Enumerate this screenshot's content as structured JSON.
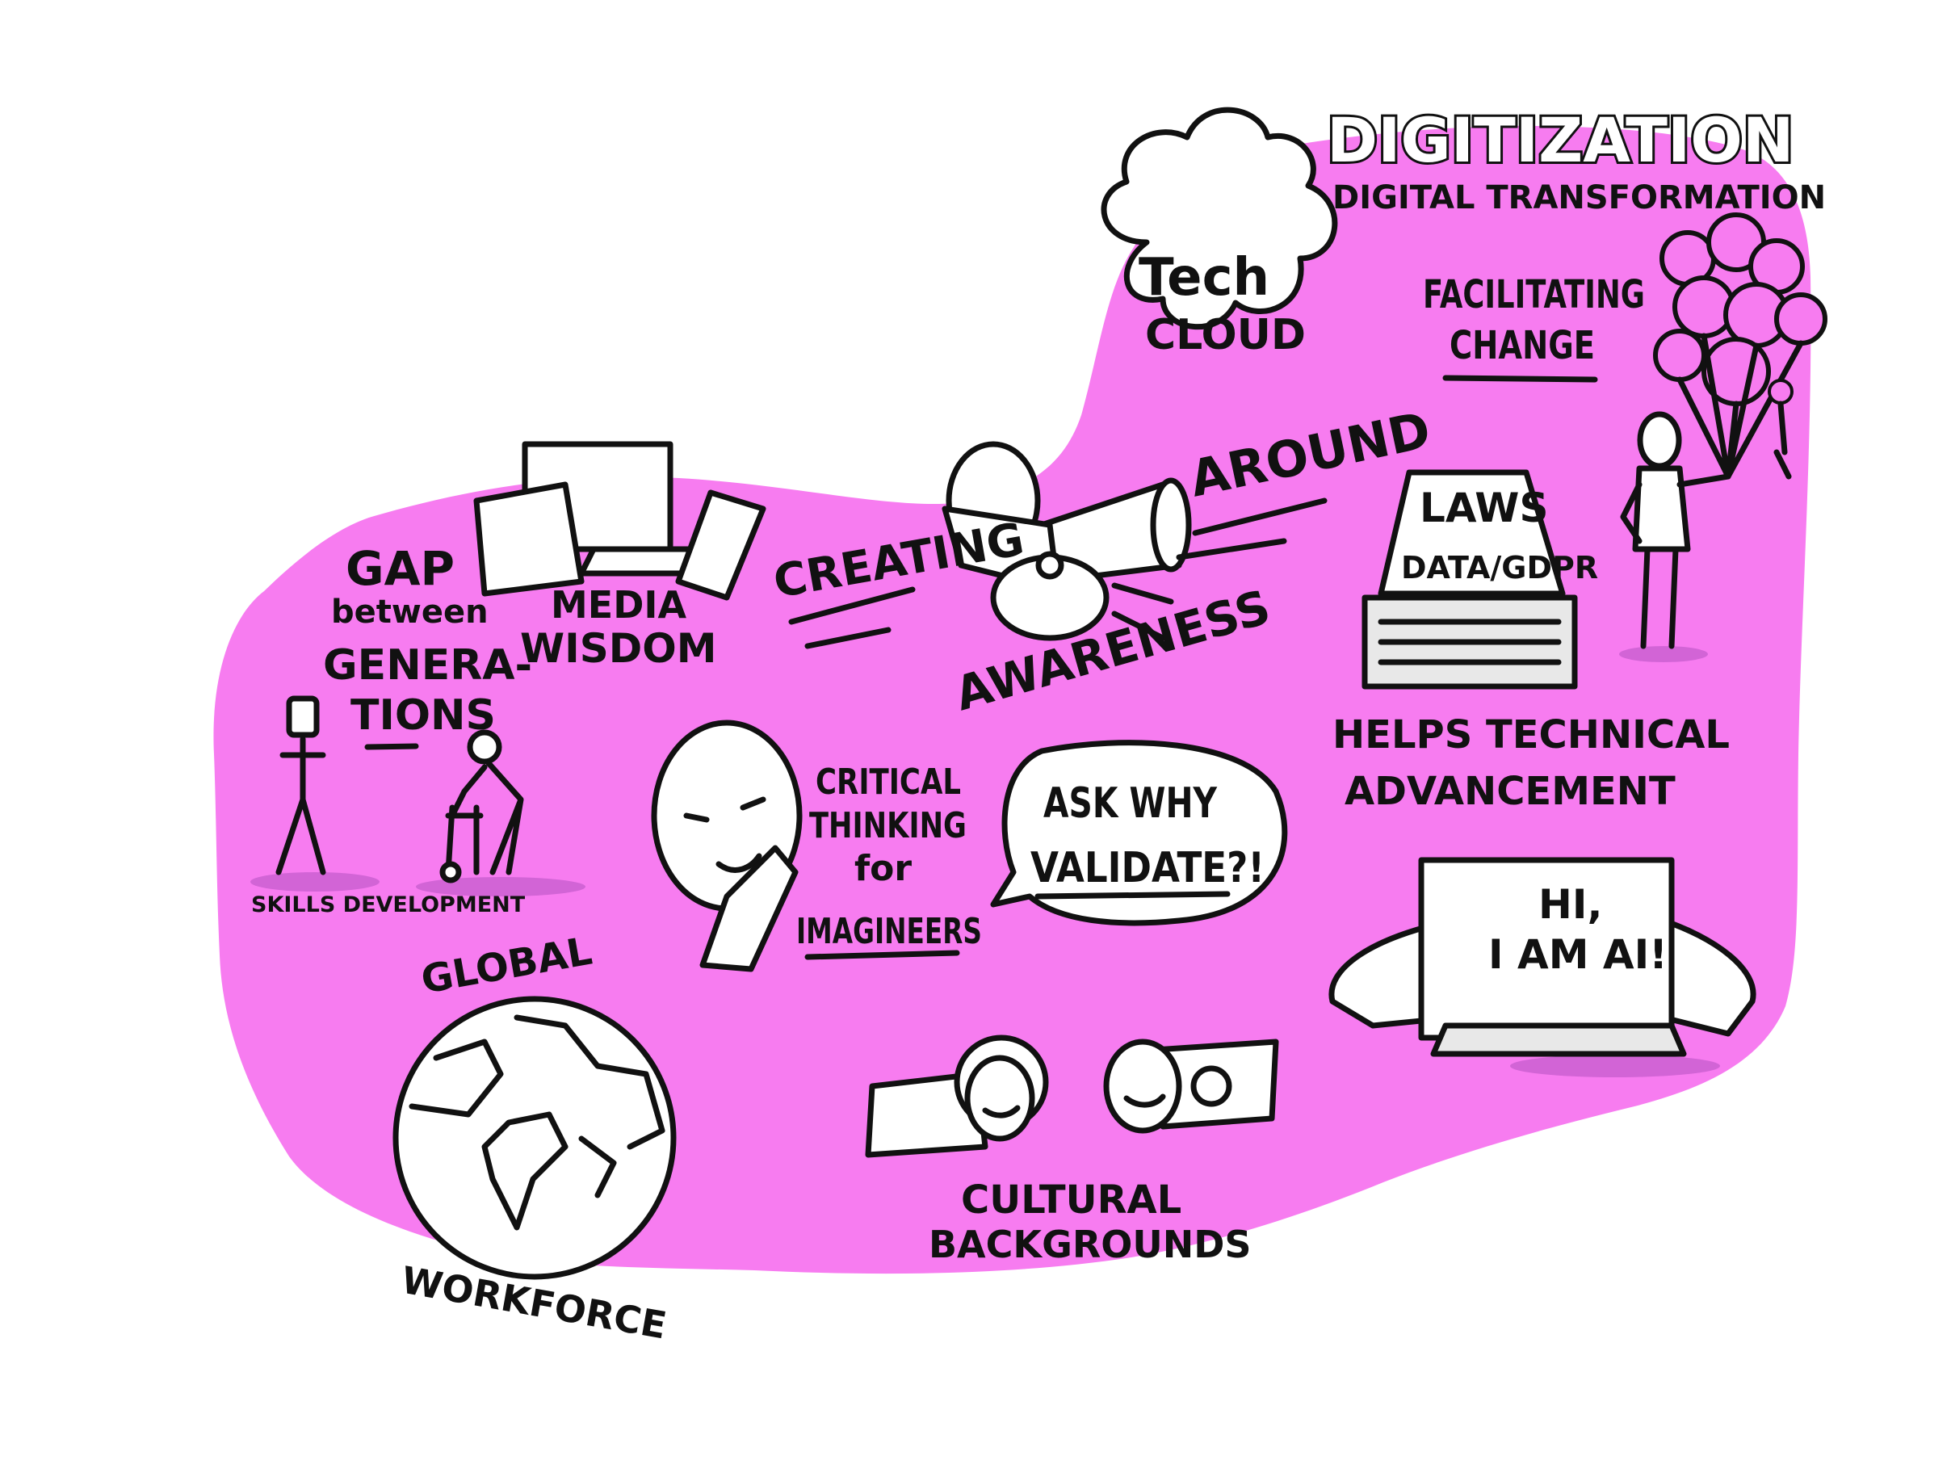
{
  "colors": {
    "background_blob": "#f77cf0",
    "ink": "#111111",
    "shadow": "#c85ed0"
  },
  "title": "DIGITIZATION",
  "subtitle": "DIGITAL TRANSFORMATION",
  "tech_cloud": {
    "line1": "Tech",
    "line2": "CLOUD"
  },
  "facilitating_change": {
    "line1": "FACILITATING",
    "line2": "CHANGE"
  },
  "creating": "CREATING",
  "around": "AROUND",
  "awareness": "AWARENESS",
  "laws_book": {
    "title": "LAWS",
    "subtitle": "DATA/GDPR"
  },
  "helps": {
    "line1": "HELPS TECHNICAL",
    "line2": "ADVANCEMENT"
  },
  "gap": {
    "line1": "GAP",
    "line2": "between",
    "line3": "GENERA-",
    "line4": "TIONS"
  },
  "media_wisdom": {
    "line1": "MEDIA",
    "line2": "WISDOM"
  },
  "skills_development": "SKILLS DEVELOPMENT",
  "critical_thinking": {
    "line1": "CRITICAL",
    "line2": "THINKING",
    "line3": "for",
    "line4": "IMAGINEERS"
  },
  "speech_bubble": {
    "line1": "ASK WHY",
    "line2": "VALIDATE?!"
  },
  "ai_sign": {
    "line1": "HI,",
    "line2": "I AM AI!"
  },
  "global_workforce": {
    "top": "GLOBAL",
    "bottom": "WORKFORCE"
  },
  "cultural": {
    "line1": "CULTURAL",
    "line2": "BACKGROUNDS"
  }
}
